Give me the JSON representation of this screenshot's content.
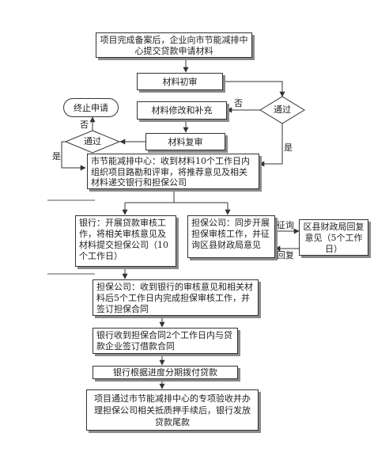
{
  "nodes": {
    "project_filing": "项目完成备案后，企业向市节能减排中心提交贷款申请材料",
    "initial_review": "材料初审",
    "revise_supplement": "材料修改和补充",
    "re_review": "材料复审",
    "terminate": "终止申请",
    "center_review": "市节能减排中心：收到材料10个工作日内组织项目路勘和评审，将推荐意见及相关材料递交银行和担保公司",
    "bank_review": "银行：开展贷款审核工作，将相关审核意见及材料提交担保公司（10个工作日）",
    "guarantor_review": "担保公司：同步开展担保审核工作，并征询区县财政局意见",
    "county_finance": "区县财政局回复意见（5个工作日）",
    "guarantor_contract": "担保公司：收到银行的审核意见和相关材料后5个工作日内完成担保审核工作，并签订担保合同",
    "loan_contract": "银行收到担保合同2个工作日内与贷款企业签订借款合同",
    "installments": "银行根据进度分期拨付贷款",
    "final_payment": "项目通过市节能减排中心的专项验收并办理担保公司相关抵质押手续后，银行发放贷款尾款"
  },
  "decisions": {
    "pass_right": "通过",
    "pass_left": "通过"
  },
  "edge_labels": {
    "no_right": "否",
    "yes_right": "是",
    "no_left": "否",
    "yes_left": "是",
    "consult": "征询",
    "reply": "回复"
  }
}
